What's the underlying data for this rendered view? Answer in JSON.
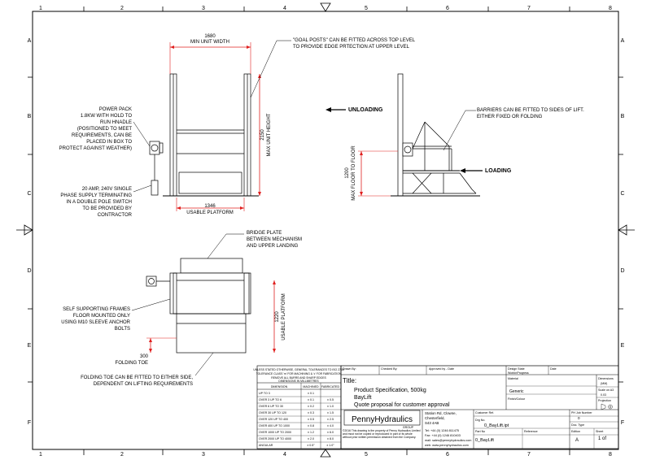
{
  "sheet": {
    "columns": [
      "1",
      "2",
      "3",
      "4",
      "5",
      "6",
      "7",
      "8"
    ],
    "rows": [
      "A",
      "B",
      "C",
      "D",
      "E",
      "F"
    ]
  },
  "notes": {
    "min_width_value": "1680",
    "min_width_label": "MIN UNIT WIDTH",
    "goal_posts_1": "\"GOAL POSTS\" CAN BE FITTED ACROSS TOP LEVEL",
    "goal_posts_2": "TO PROVIDE EDGE PRTECTION AT UPPER LEVEL",
    "power_pack": [
      "POWER PACK",
      "1.8KW WITH HOLD TO",
      "RUN HNADLE",
      "(POSITIONED TO MEET",
      "REQUIREMENTS, CAN BE",
      "PLACED IN BOX TO",
      "PROTECT AGAINST WEATHER)"
    ],
    "supply": [
      "20 AMP, 240V SINGLE",
      "PHASE SUPPLY TERMINATING",
      "IN A DOUBLE POLE SWITCH",
      "TO BE PROVIDED BY",
      "CONTRACTOR"
    ],
    "max_height_value": "2150",
    "max_height_label": "MAX UNIT HEIGHT",
    "usable_platform_value": "1346",
    "usable_platform_label": "USABLE PLATFORM",
    "unloading": "UNLOADING",
    "loading": "LOADING",
    "barriers_1": "BARRIERS CAN BE FITTED TO SIDES OF LIFT.",
    "barriers_2": "EITHER FIXED OR FOLDING",
    "floor_value": "1200",
    "floor_label": "MAX FLOOR TO FLOOR",
    "bridge_1": "BRIDGE PLATE",
    "bridge_2": "BETWEEN MECHANISM",
    "bridge_3": "AND UPPER LANDING",
    "frames": [
      "SELF SUPPORTING FRAMES",
      "FLOOR MOUNTED ONLY",
      "USING M10 SLEEVE ANCHOR",
      "BOLTS"
    ],
    "plan_platform_value": "1220",
    "plan_platform_label": "USABLE PLATFORM",
    "toe_value": "300",
    "toe_label": "FOLDING TOE",
    "folding_1": "FOLDING TOE CAN BE FITTED TO EITHER SIDE,",
    "folding_2": "DEPENDENT ON LIFTING REQUIREMENTS"
  },
  "tolerance": {
    "header": [
      "UNLESS STATED OTHERWISE, GENERAL TOLERANCES TO ISO 2768",
      "TOLERANCE CLASS 'm' FOR MACHINING & 'c' FOR FABRICATION",
      "REMOVE ALL BURRS AND SHARP EDGES",
      "DIMENSIONS IN MILLIMETRES"
    ],
    "col_dimension": "DIMENSION",
    "col_machined": "MACHINED",
    "col_fabricated": "FABRICATED",
    "rows": [
      [
        "UP TO 3",
        "± 0.1",
        ""
      ],
      [
        "OVER 3 UP TO 6",
        "± 0.1",
        "± 0.5"
      ],
      [
        "OVER 6 UP TO 30",
        "± 0.2",
        "± 1.0"
      ],
      [
        "OVER 30 UP TO 120",
        "± 0.3",
        "± 1.5"
      ],
      [
        "OVER 120 UP TO 400",
        "± 0.5",
        "± 2.5"
      ],
      [
        "OVER 400 UP TO 1000",
        "± 0.8",
        "± 4.0"
      ],
      [
        "OVER 1000 UP TO 2000",
        "± 1.2",
        "± 6.0"
      ],
      [
        "OVER 2000 UP TO 4000",
        "± 2.0",
        "± 8.0"
      ],
      [
        "ANGULAR",
        "± 0.5°",
        "± 1.0°"
      ]
    ]
  },
  "title_block": {
    "drawn_by": "Drawn By:",
    "checked_by": "Checked By:",
    "approved_by": "Approved by - Date",
    "design_state": "Design State",
    "design_state_value": "WorkInProgress",
    "date": "Date",
    "title_label": "Title:",
    "title_1": "Product Specification, 500kg",
    "title_2": "BayLift",
    "title_3": "Quote proposal for customer approval",
    "material_label": "Material",
    "material_value": "Generic",
    "finish_label": "Finish/Colour",
    "dimensions_label": "Dimensions",
    "dimensions_value": "(MM)",
    "scale_label": "Scale on A3",
    "scale_value": "0.03",
    "projection_label": "Projection",
    "logo": "PennyHydraulics",
    "group": "GROUP",
    "copyright": "©2016 This drawing is the property of Penny Hydraulics Limited and must not be copied or reproduced in part or its whole without prior written permission obtained from the Company.",
    "address": [
      "Station Rd, Clowne,",
      "Chesterfield,",
      "S43 4AB"
    ],
    "contact": [
      "Tel:  +44 (0) 1246 811475",
      "Fax:  +44 (0) 1246 810403",
      "mail: sales@pennyhydraulics.com",
      "web: www.pennyhydraulics.com"
    ],
    "customer_ref": "Customer Ref.",
    "job_number_label": "PH Job Number",
    "job_number_value": "0",
    "drg_label": "Drg No.",
    "drg_value": "0_BayLift.ipt",
    "doc_type": "Doc. Type",
    "part_label": "Part No",
    "part_value": "0_BayLift",
    "reference": "Reference",
    "edition_label": "Edition",
    "edition_value": "A",
    "sheet_label": "Sheet",
    "sheet_value": "1 of"
  }
}
